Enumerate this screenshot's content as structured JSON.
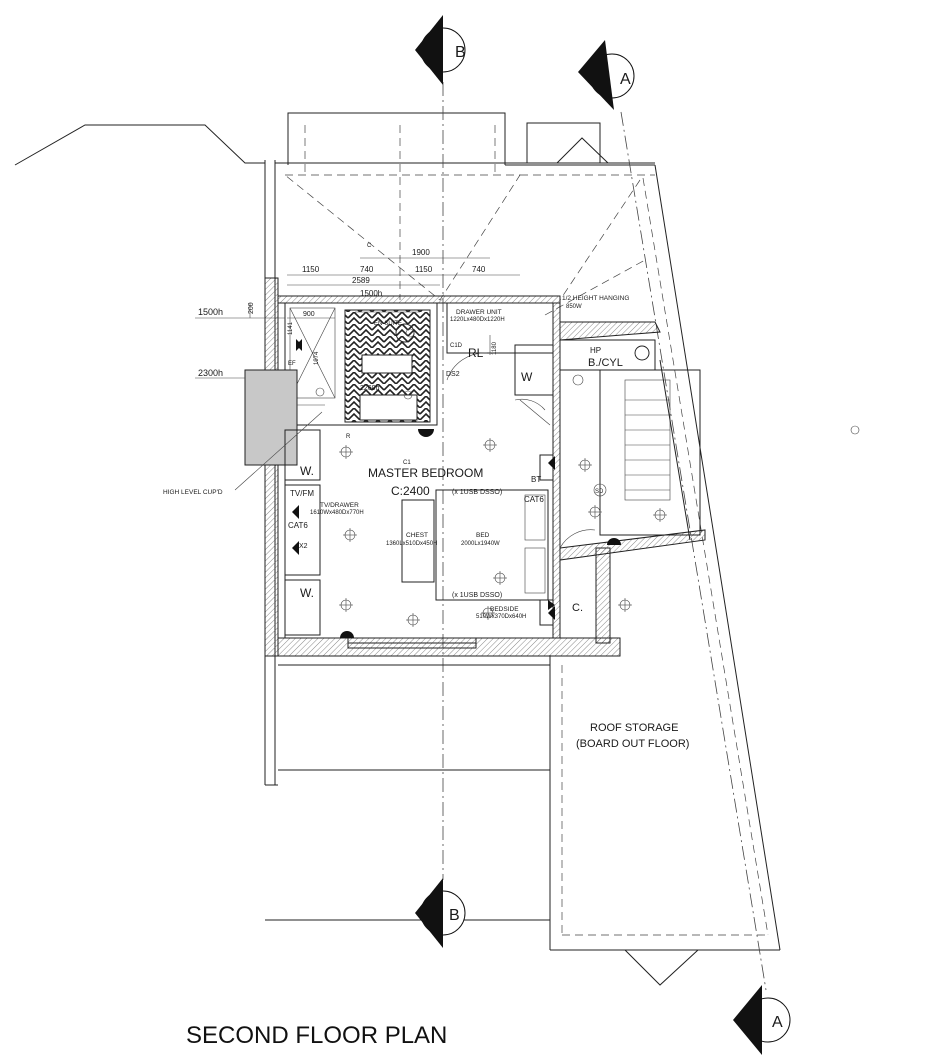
{
  "drawing": {
    "title": "SECOND FLOOR PLAN",
    "section_markers": [
      "B",
      "A",
      "B",
      "A"
    ],
    "dimensions": {
      "top_overall": "1900",
      "top_left": "1150",
      "top_mid1": "740",
      "top_mid2": "1150",
      "top_right": "740",
      "second_row": "2589",
      "ensuite_width": "1500h",
      "ensuite_small": "900",
      "vertical_200": "200",
      "vertical_1141": "1141",
      "vertical_1974": "1974",
      "vertical_1180": "1180",
      "level_1500": "1500h",
      "level_2300": "2300h",
      "shower_dim": "2260h"
    },
    "labels": {
      "master_bedroom": "MASTER BEDROOM",
      "ceiling": "C:2400",
      "ensuite": "EN-SUITE",
      "drawer_unit": "DRAWER UNIT",
      "drawer_unit_size": "1220Lx480Dx1220H",
      "half_height": "1/2 HEIGHT HANGING",
      "half_height_size": "850W",
      "rl": "RL",
      "w": "W",
      "w_dot_1": "W.",
      "w_dot_2": "W.",
      "hp": "HP",
      "bcyl": "B./CYL",
      "c_dot": "C.",
      "sd": "SD",
      "bt": "BT",
      "cat6_a": "CAT6",
      "cat6_b": "CAT6",
      "x2": "X2",
      "tvfm": "TV/FM",
      "tv_drawer": "TV/DRAWER",
      "tv_drawer_size": "1610Wx480Dx770H",
      "chest": "CHEST",
      "chest_size": "1360Lx510Dx450H",
      "bed": "BED",
      "bed_size": "2000Lx1940W",
      "usb_top": "(x 1USB DSSO)",
      "usb_bottom": "(x 1USB DSSO)",
      "bedside": "BEDSIDE",
      "bedside_size": "510Wx370Dx640H",
      "high_level": "HIGH LEVEL CUP'D",
      "roof_storage_1": "ROOF STORAGE",
      "roof_storage_2": "(BOARD OUT FLOOR)",
      "ds2": "DS2",
      "ef": "EF",
      "c1": "C1",
      "c1d": "C1D",
      "r": "R",
      "c": "C"
    }
  }
}
